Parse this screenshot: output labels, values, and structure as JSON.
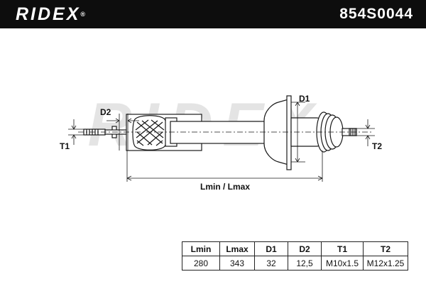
{
  "header": {
    "brand": "RIDEX",
    "brand_mark": "®",
    "part_number": "854S0044"
  },
  "diagram": {
    "labels": {
      "d1": "D1",
      "d2": "D2",
      "t1": "T1",
      "t2": "T2",
      "length": "Lmin / Lmax"
    },
    "watermark": "RIDEX"
  },
  "specs": {
    "headers": [
      "Lmin",
      "Lmax",
      "D1",
      "D2",
      "T1",
      "T2"
    ],
    "values": [
      "280",
      "343",
      "32",
      "12,5",
      "M10x1.5",
      "M12x1.25"
    ]
  },
  "colors": {
    "header_bg": "#0d0d0d",
    "watermark": "#e4e4e4",
    "line": "#1a1a1a"
  }
}
